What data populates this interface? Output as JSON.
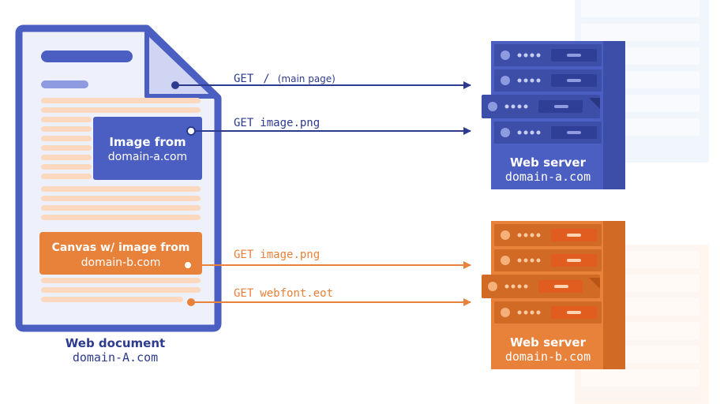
{
  "colors": {
    "blue": "#4a5fc1",
    "blue_dark": "#3d4ea8",
    "blue_light": "#cfd5f2",
    "orange": "#e8813a",
    "orange_dark": "#d06a25",
    "orange_light": "#fcd9be",
    "ghost_blue": "#e6edfb",
    "ghost_orange": "#fdeee2",
    "navy": "#2d3b8e"
  },
  "document": {
    "image_box": {
      "line1": "Image from",
      "line2": "domain-a.com"
    },
    "canvas_box": {
      "line1": "Canvas w/ image from",
      "line2": "domain-b.com"
    },
    "caption_title": "Web document",
    "caption_domain": "domain-A.com"
  },
  "requests": [
    {
      "method": "GET",
      "path": "/",
      "note": "(main page)"
    },
    {
      "method": "GET",
      "path": "image.png",
      "note": ""
    },
    {
      "method": "GET",
      "path": "image.png",
      "note": ""
    },
    {
      "method": "GET",
      "path": "webfont.eot",
      "note": ""
    }
  ],
  "servers": {
    "a": {
      "title": "Web server",
      "domain": "domain-a.com"
    },
    "b": {
      "title": "Web server",
      "domain": "domain-b.com"
    }
  }
}
